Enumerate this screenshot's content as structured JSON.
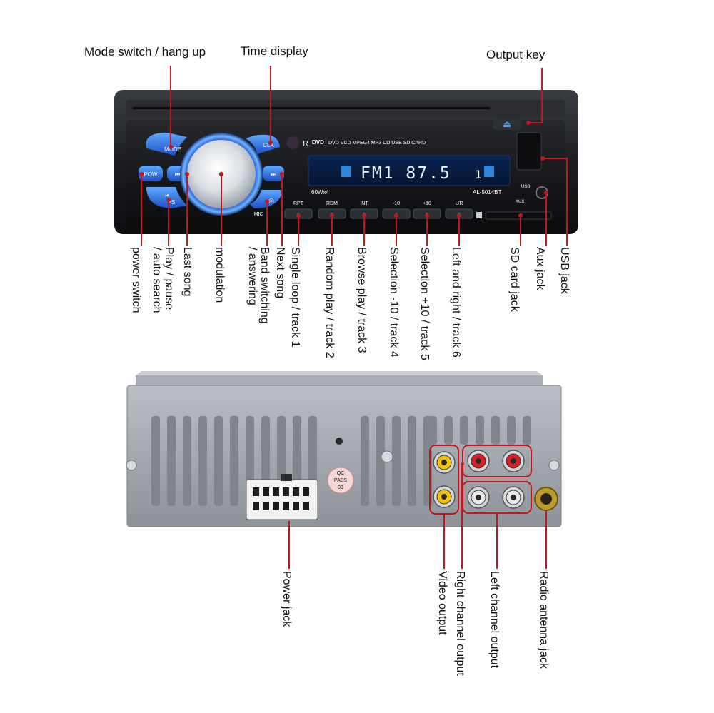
{
  "front_panel": {
    "mode_btn": "MODE",
    "clk_btn": "CLK",
    "pow_btn": "POW",
    "prev_icon": "⏮",
    "next_icon": "⏭",
    "play_btn": "PS",
    "play_icon": "⏯",
    "band_icon": "◎",
    "mic": "MIC",
    "logo_r": "R",
    "dvd_badge": "DVD",
    "formats": "DVD VCD MPEG4 MP3 CD USB SD CARD",
    "lcd_text": "FM1  87.5",
    "lcd_right": "1",
    "power_rating": "60Wx4",
    "model": "AL-5014BT",
    "usb": "USB",
    "aux": "AUX",
    "eject_icon": "⏏",
    "preset_tops": [
      "RPT",
      "RDM",
      "INT",
      "-10",
      "+10",
      "L/R"
    ],
    "preset_nums": [
      "1",
      "2",
      "3",
      "4",
      "5",
      "6"
    ]
  },
  "labels": {
    "mode_switch": "Mode switch / hang up",
    "time_display": "Time display",
    "output_key": "Output key",
    "power_switch": "power switch",
    "play_pause_1": "Play / pause",
    "play_pause_2": "/ auto search",
    "last_song": "Last song",
    "modulation": "modulation",
    "band_1": "Band switching",
    "band_2": "/ answering",
    "next_song": "Next song",
    "single_loop": "Single loop / track 1",
    "random_play": "Random play / track 2",
    "browse_play": "Browse play / track 3",
    "selection_m10": "Selection -10 / track 4",
    "selection_p10": "Selection +10 / track 5",
    "left_right": "Left and right / track 6",
    "sd_card": "SD card jack",
    "aux_jack": "Aux jack",
    "usb_jack": "USB jack",
    "power_jack": "Power jack",
    "video_output": "Video output",
    "right_channel": "Right channel output",
    "left_channel": "Left channel output",
    "radio_antenna": "Radio antenna jack"
  },
  "rear_panel": {
    "qc_1": "QC",
    "qc_2": "PASS",
    "qc_3": "03"
  },
  "colors": {
    "leader": "#c4161c",
    "button_blue": "#2f6fe0",
    "lcd_blue": "#3aa0ff",
    "chassis": "#9aa0a6",
    "rca_yellow": "#f2c200",
    "rca_red": "#d8202a",
    "rca_white": "#e8e8e8"
  }
}
